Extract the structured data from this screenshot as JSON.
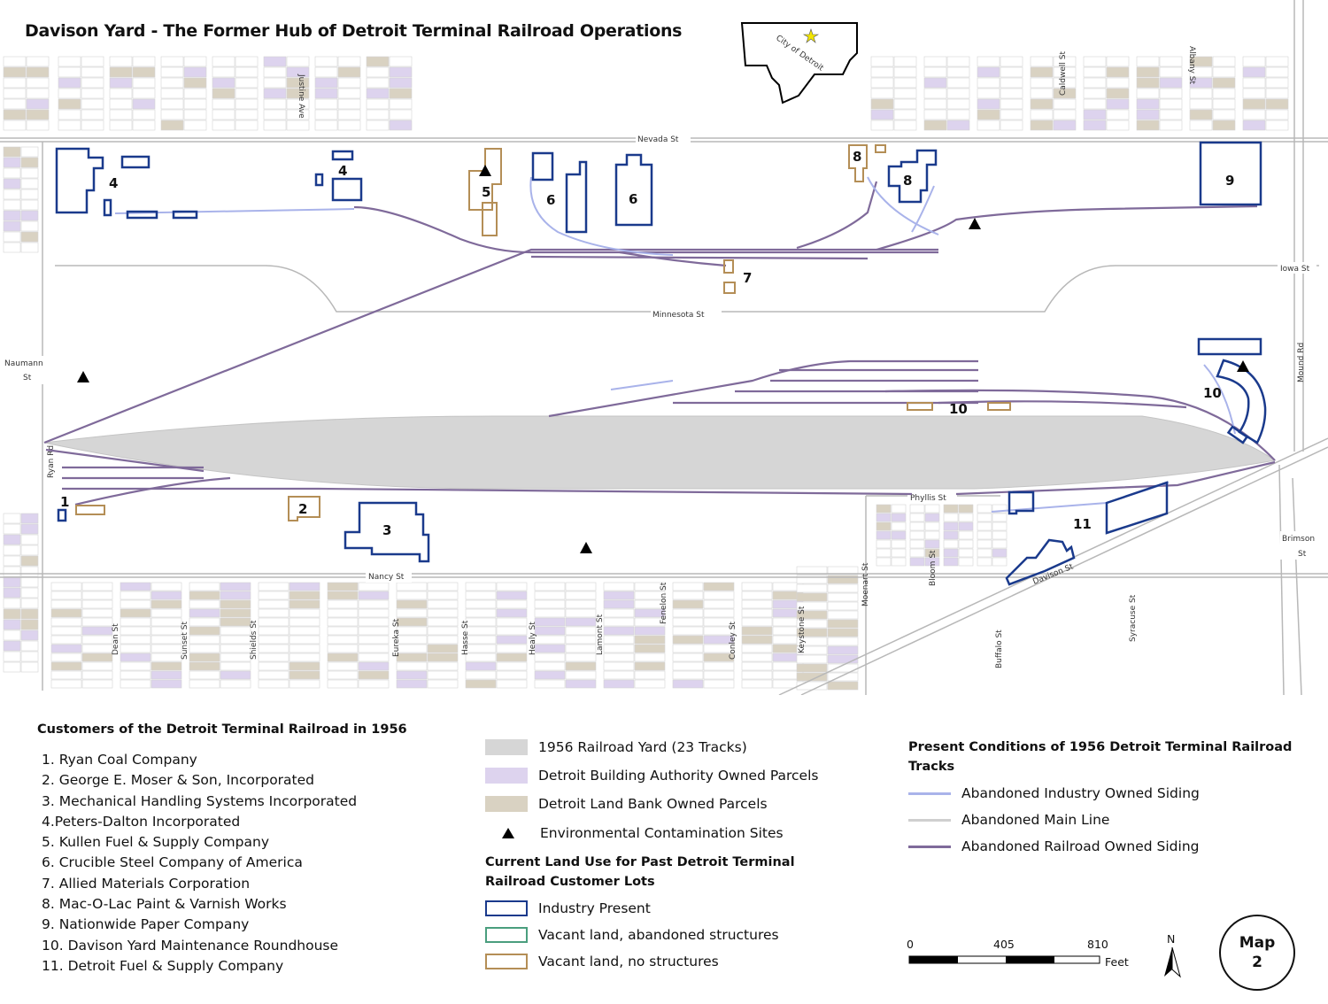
{
  "title": "Davison Yard - The Former Hub of Detroit Terminal Railroad Operations",
  "inset_label": "City of Detroit",
  "colors": {
    "yard": "#d6d6d6",
    "dba_parcel": "#ddd3ee",
    "landbank_parcel": "#d9d2c2",
    "industry_outline": "#1a3a8c",
    "vacant_abandoned_outline": "#4a9e7e",
    "vacant_outline": "#b48e56",
    "industry_siding": "#a9b3ea",
    "main_line": "#cfcfcf",
    "railroad_siding": "#7f6a9a",
    "parcel_outline": "#d4d4d4"
  },
  "streets": {
    "nevada": "Nevada St",
    "iowa": "Iowa St",
    "minnesota": "Minnesota St",
    "phyllis": "Phyllis St",
    "nancy": "Nancy St",
    "davison": "Davison St",
    "naumann_1": "Naumann",
    "naumann_2": "St",
    "ryan": "Ryan Rd",
    "mound": "Mound Rd",
    "brimson_1": "Brimson",
    "brimson_2": "St",
    "justine": "Justine Ave",
    "caldwell": "Caldwell St",
    "albany": "Albany St",
    "dean": "Dean St",
    "sunset": "Sunset St",
    "shields": "Shields St",
    "eureka": "Eureka St",
    "hasse": "Hasse St",
    "healy": "Healy St",
    "lamont": "Lamont St",
    "fenelon": "Fenelon St",
    "conley": "Conley St",
    "keystone": "Keystone St",
    "moenart": "Moenart St",
    "bloom": "Bloom St",
    "buffalo": "Buffalo St",
    "syracuse": "Syracuse St"
  },
  "map_labels": {
    "c1": "1",
    "c2": "2",
    "c3": "3",
    "c4a": "4",
    "c4b": "4",
    "c5": "5",
    "c6a": "6",
    "c6b": "6",
    "c7": "7",
    "c8a": "8",
    "c8b": "8",
    "c9": "9",
    "c10a": "10",
    "c10b": "10",
    "c11": "11"
  },
  "legend": {
    "customers_heading": "Customers of the Detroit Terminal Railroad in 1956",
    "customers": [
      "1. Ryan Coal Company",
      "2. George E. Moser & Son, Incorporated",
      "3. Mechanical Handling Systems Incorporated",
      "4.Peters-Dalton Incorporated",
      "5. Kullen Fuel & Supply Company",
      "6. Crucible Steel Company of America",
      "7. Allied Materials Corporation",
      "8. Mac-O-Lac Paint & Varnish Works",
      "9. Nationwide Paper Company",
      "10. Davison Yard Maintenance Roundhouse",
      "11. Detroit Fuel & Supply Company"
    ],
    "yard": "1956 Railroad Yard (23 Tracks)",
    "dba": "Detroit Building Authority Owned Parcels",
    "landbank": "Detroit Land Bank Owned Parcels",
    "contamination": "Environmental Contamination Sites",
    "land_use_heading": "Current Land Use for Past Detroit Terminal Railroad Customer Lots",
    "industry": "Industry Present",
    "vacant_abandoned": "Vacant land, abandoned structures",
    "vacant": "Vacant land, no structures",
    "conditions_heading": "Present Conditions of 1956 Detroit Terminal Railroad Tracks",
    "industry_siding": "Abandoned Industry Owned Siding",
    "main_line": "Abandoned Main Line",
    "railroad_siding": "Abandoned Railroad Owned Siding"
  },
  "scale": {
    "s0": "0",
    "s1": "405",
    "s2": "810",
    "unit": "Feet"
  },
  "north": "N",
  "badge": {
    "line1": "Map",
    "line2": "2"
  }
}
